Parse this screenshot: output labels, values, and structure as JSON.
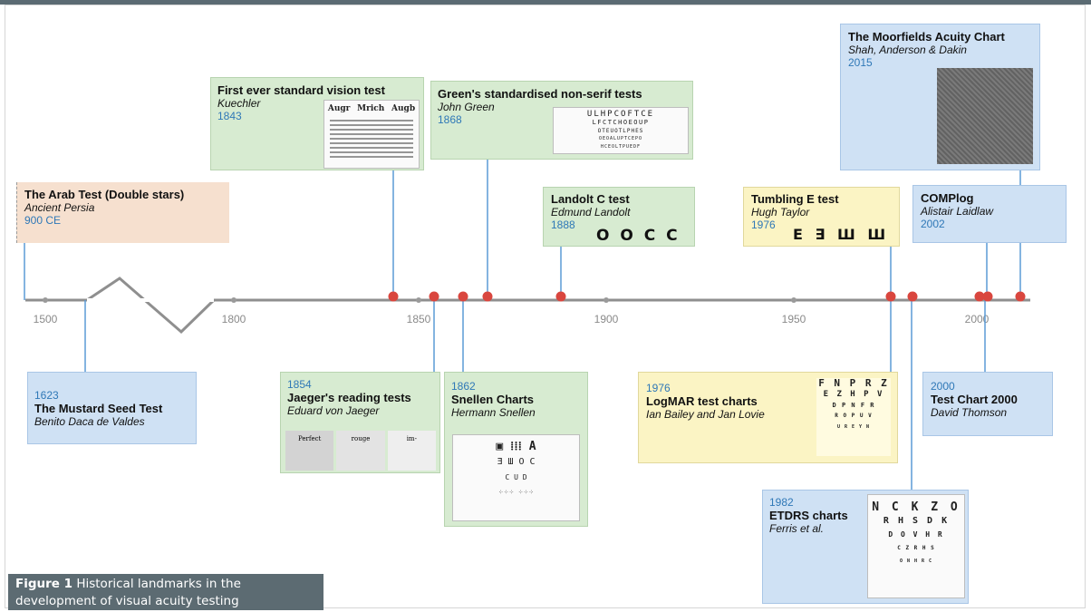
{
  "figure": {
    "caption_label": "Figure 1",
    "caption_text": "Historical landmarks in the development of visual acuity testing"
  },
  "axis": {
    "ticks": [
      "1500",
      "1800",
      "1850",
      "1900",
      "1950",
      "2000"
    ]
  },
  "events": [
    {
      "id": "arab",
      "title": "The Arab Test (Double stars)",
      "author": "Ancient Persia",
      "year": "900 CE",
      "year_value": 900,
      "color": "#f6e0cf"
    },
    {
      "id": "mustard",
      "title": "The Mustard Seed Test",
      "author": "Benito Daca de Valdes",
      "year": "1623",
      "year_value": 1623,
      "color": "#cfe1f4"
    },
    {
      "id": "kuechler",
      "title": "First ever standard vision test",
      "author": "Kuechler",
      "year": "1843",
      "year_value": 1843,
      "color": "#d7ebd1"
    },
    {
      "id": "jaeger",
      "title": "Jaeger's reading tests",
      "author": "Eduard von Jaeger",
      "year": "1854",
      "year_value": 1854,
      "color": "#d7ebd1"
    },
    {
      "id": "snellen",
      "title": "Snellen Charts",
      "author": "Hermann Snellen",
      "year": "1862",
      "year_value": 1862,
      "color": "#d7ebd1"
    },
    {
      "id": "green",
      "title": "Green's standardised non-serif tests",
      "author": "John Green",
      "year": "1868",
      "year_value": 1868,
      "color": "#d7ebd1"
    },
    {
      "id": "landolt",
      "title": "Landolt C test",
      "author": "Edmund Landolt",
      "year": "1888",
      "year_value": 1888,
      "color": "#d7ebd1"
    },
    {
      "id": "tumbling",
      "title": "Tumbling E test",
      "author": "Hugh Taylor",
      "year": "1976",
      "year_value": 1976,
      "color": "#fbf4c4"
    },
    {
      "id": "logmar",
      "title": "LogMAR test charts",
      "author": "Ian Bailey and Jan Lovie",
      "year": "1976",
      "year_value": 1976,
      "color": "#fbf4c4"
    },
    {
      "id": "etdrs",
      "title": "ETDRS charts",
      "author": "Ferris et al.",
      "year": "1982",
      "year_value": 1982,
      "color": "#cfe1f4"
    },
    {
      "id": "tc2000",
      "title": "Test Chart 2000",
      "author": "David Thomson",
      "year": "2000",
      "year_value": 2000,
      "color": "#cfe1f4"
    },
    {
      "id": "complog",
      "title": "COMPlog",
      "author": "Alistair Laidlaw",
      "year": "2002",
      "year_value": 2002,
      "color": "#cfe1f4"
    },
    {
      "id": "moorfields",
      "title": "The Moorfields Acuity Chart",
      "author": "Shah, Anderson & Dakin",
      "year": "2015",
      "year_value": 2015,
      "color": "#cfe1f4"
    }
  ],
  "insets": {
    "kuechler": [
      "Augr",
      "Mrich",
      "Augb"
    ],
    "green_rows": [
      "ULHPCOFTCE",
      "LFCTCHOEOUP",
      "OTEUOTLPHES",
      "OEOALUPTCEPO",
      "HCEOLTPUEDF"
    ],
    "landolt_symbols": "O O C C",
    "tumbling_symbols": "E ∃ Ш Ш",
    "jaeger_words": [
      "Perfect",
      "rouge",
      "im-"
    ],
    "snellen_rows": [
      "▣ ⁞⁞⁞ A",
      "Ǝ Ш O C",
      "C U D",
      "⁘⁘⁘ ⁘⁘⁘"
    ],
    "logmar_rows": [
      "F N P R Z",
      "E Z H P V",
      "D P N F R",
      "R O P U V",
      "U R E Y N"
    ],
    "etdrs_rows": [
      "N C K Z O",
      "R H S D K",
      "D O V H R",
      "C Z R H S",
      "O N H R C"
    ]
  }
}
